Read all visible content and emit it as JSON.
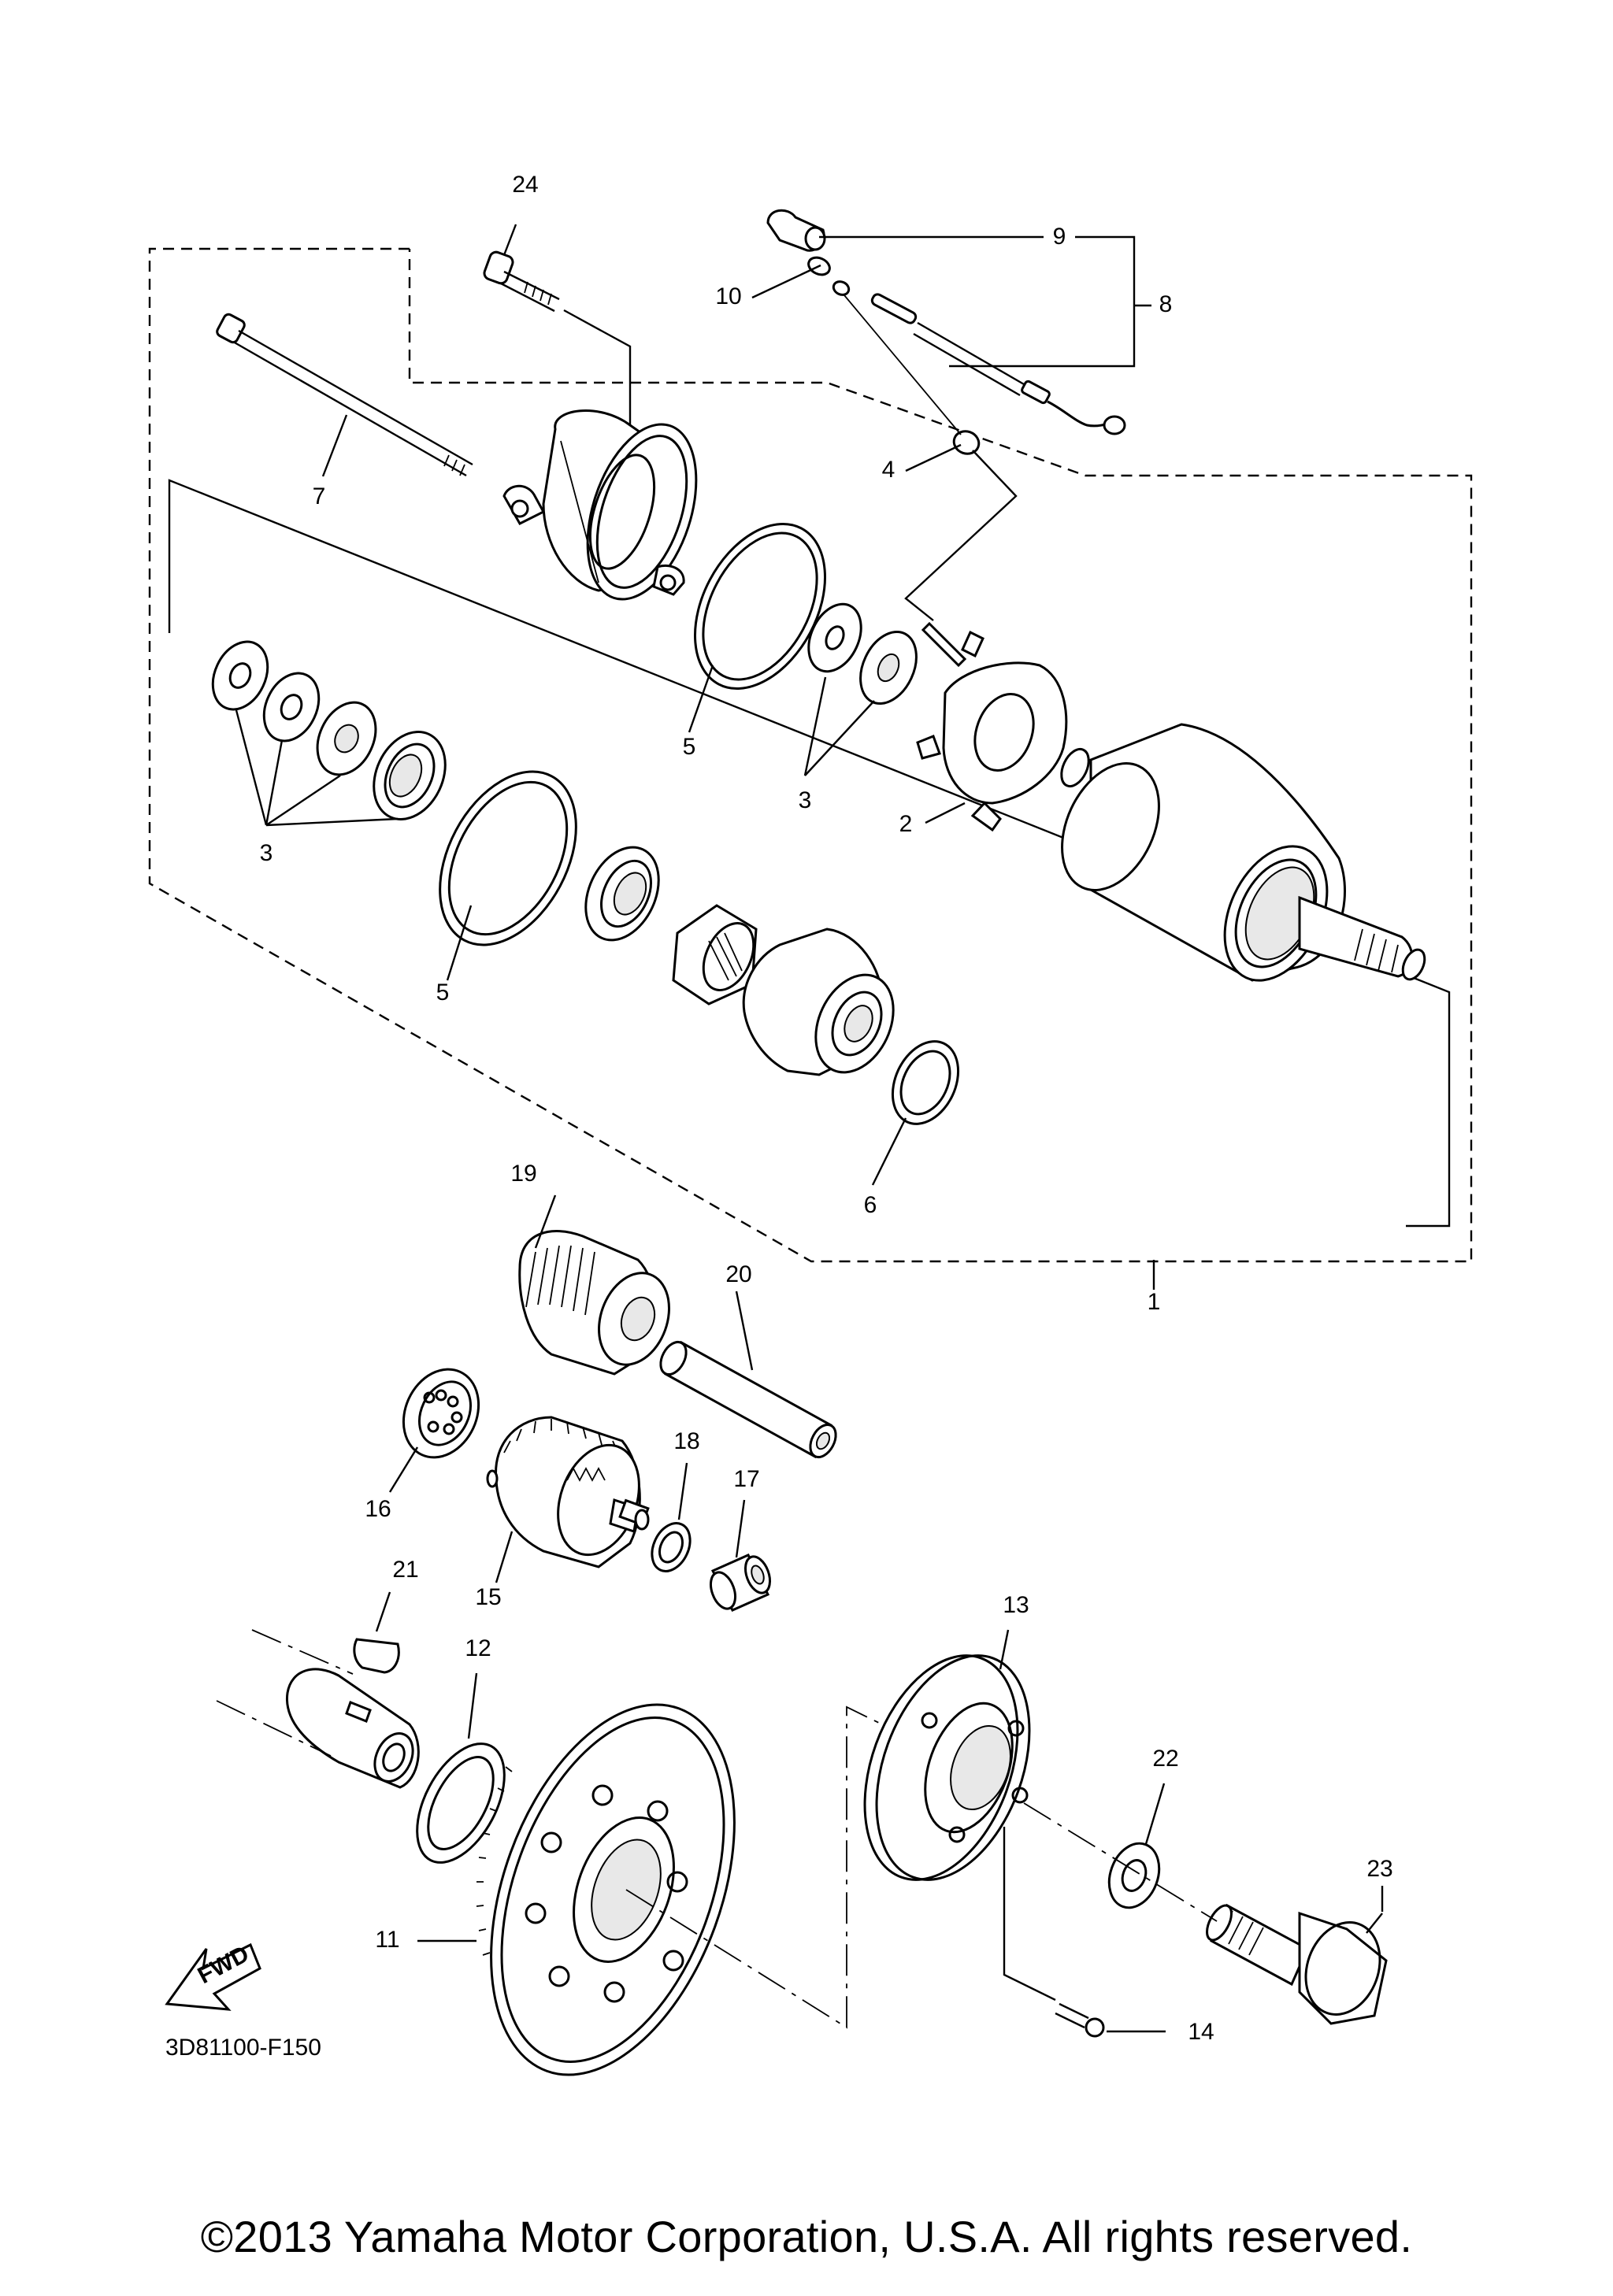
{
  "diagram_code": "3D81100-F150",
  "copyright": "©2013 Yamaha Motor Corporation, U.S.A. All rights reserved.",
  "fwd_label": "FWD",
  "callouts": {
    "c1": "1",
    "c2": "2",
    "c3a": "3",
    "c3b": "3",
    "c4": "4",
    "c5a": "5",
    "c5b": "5",
    "c6": "6",
    "c7": "7",
    "c8": "8",
    "c9": "9",
    "c10": "10",
    "c11": "11",
    "c12": "12",
    "c13": "13",
    "c14": "14",
    "c15": "15",
    "c16": "16",
    "c17": "17",
    "c18": "18",
    "c19": "19",
    "c20": "20",
    "c21": "21",
    "c22": "22",
    "c23": "23",
    "c24": "24"
  }
}
